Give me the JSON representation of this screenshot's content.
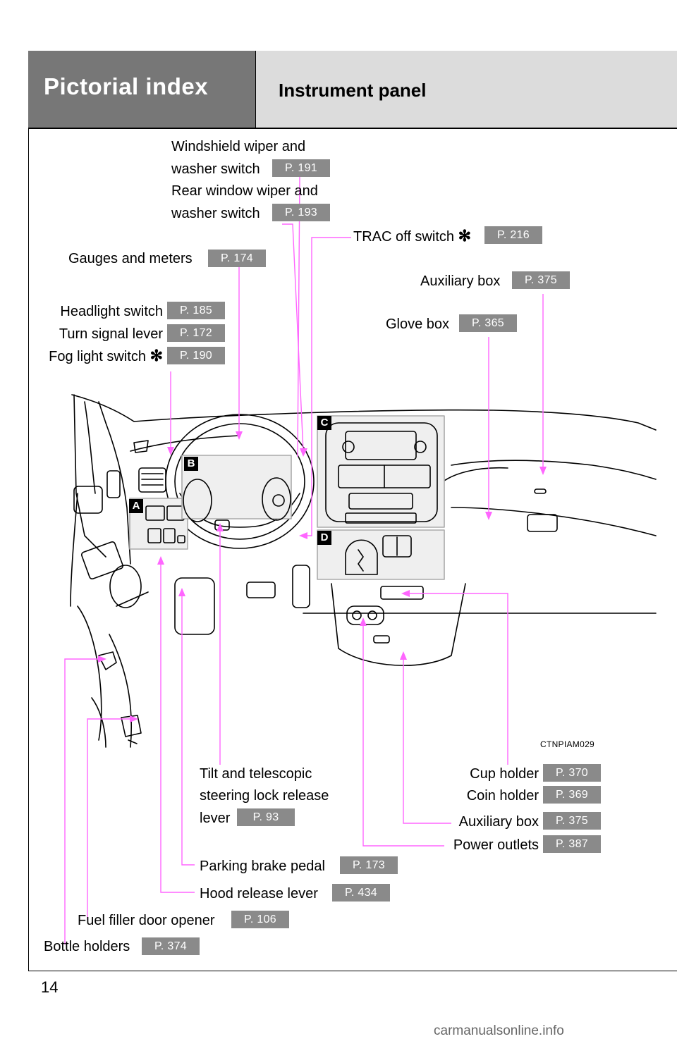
{
  "page": {
    "number": "14",
    "watermark": "carmanualsonline.info"
  },
  "header": {
    "section_title": "Pictorial index",
    "page_subtitle": "Instrument panel"
  },
  "diagram": {
    "code": "CTNPIAM029",
    "zones": [
      "A",
      "B",
      "C",
      "D"
    ]
  },
  "callouts": {
    "windshield_wiper": {
      "line1": "Windshield wiper and",
      "line2": "washer switch",
      "page": "P. 191"
    },
    "rear_wiper": {
      "line1": "Rear window wiper and",
      "line2": "washer switch",
      "page": "P. 193"
    },
    "trac_off": {
      "label": "TRAC off switch",
      "mark": "✻",
      "page": "P. 216"
    },
    "gauges": {
      "label": "Gauges and meters",
      "page": "P. 174"
    },
    "aux_box_upper": {
      "label": "Auxiliary box",
      "page": "P. 375"
    },
    "headlight": {
      "label": "Headlight switch",
      "page": "P. 185"
    },
    "turn_signal": {
      "label": "Turn signal lever",
      "page": "P. 172"
    },
    "fog_light": {
      "label": "Fog light switch",
      "mark": "✻",
      "page": "P. 190"
    },
    "glove_box": {
      "label": "Glove box",
      "page": "P. 365"
    },
    "tilt": {
      "line1": "Tilt and telescopic",
      "line2": "steering lock release",
      "line3": "lever",
      "page": "P. 93"
    },
    "cup_holder": {
      "label": "Cup holder",
      "page": "P. 370"
    },
    "coin_holder": {
      "label": "Coin holder",
      "page": "P. 369"
    },
    "aux_box_lower": {
      "label": "Auxiliary box",
      "page": "P. 375"
    },
    "power_outlets": {
      "label": "Power outlets",
      "page": "P. 387"
    },
    "parking_brake": {
      "label": "Parking brake pedal",
      "page": "P. 173"
    },
    "hood_release": {
      "label": "Hood release lever",
      "page": "P. 434"
    },
    "fuel_filler": {
      "label": "Fuel filler door opener",
      "page": "P. 106"
    },
    "bottle_holders": {
      "label": "Bottle holders",
      "page": "P. 374"
    }
  },
  "colors": {
    "leader": "#ff66ff",
    "page_ref": "#8a8a8a",
    "header_dark": "#777777",
    "header_light": "#dcdcdc"
  }
}
